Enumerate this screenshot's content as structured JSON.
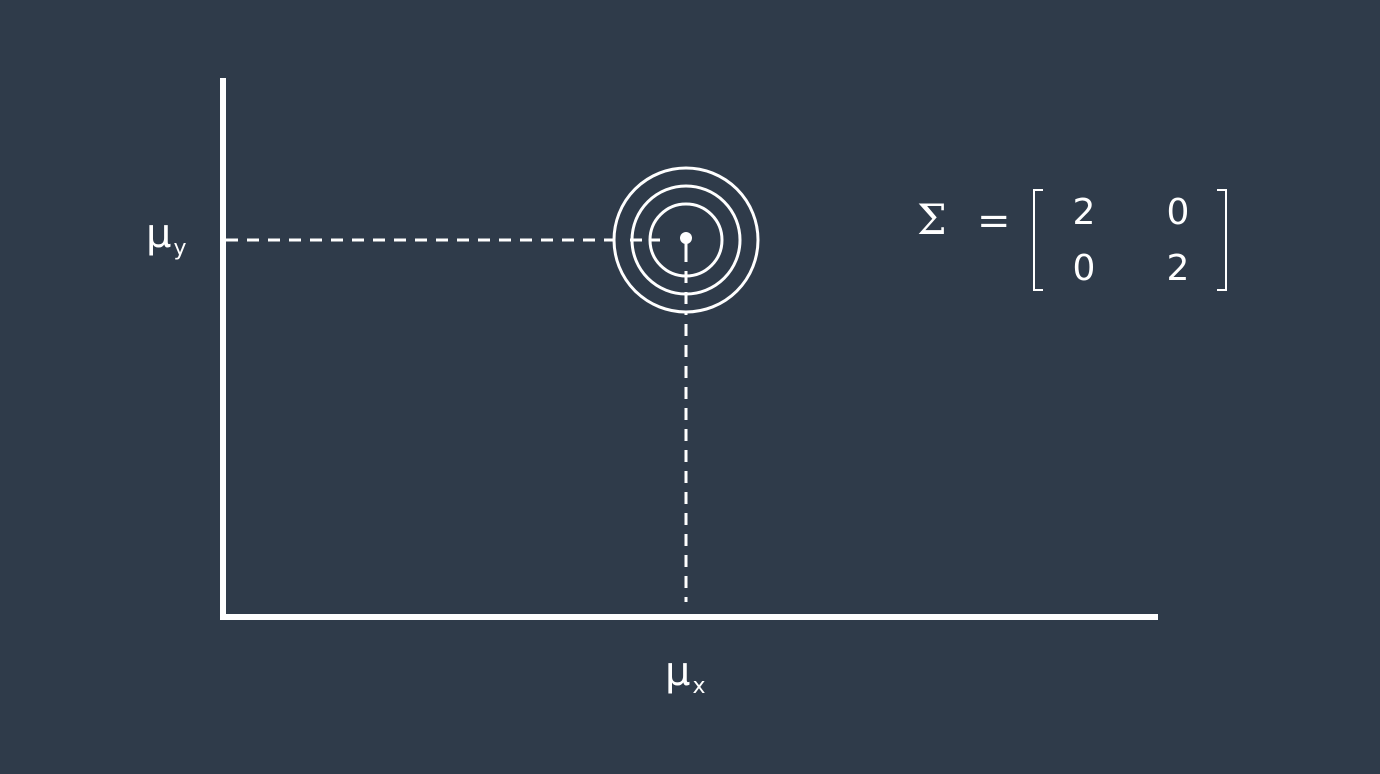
{
  "labels": {
    "mu_y": {
      "base": "μ",
      "sub": "y"
    },
    "mu_x": {
      "base": "μ",
      "sub": "x"
    }
  },
  "formula": {
    "symbol": "Σ",
    "equals": "=",
    "matrix": [
      [
        "2",
        "0"
      ],
      [
        "0",
        "2"
      ]
    ]
  },
  "colors": {
    "background": "#2f3b4a",
    "foreground": "#ffffff"
  }
}
